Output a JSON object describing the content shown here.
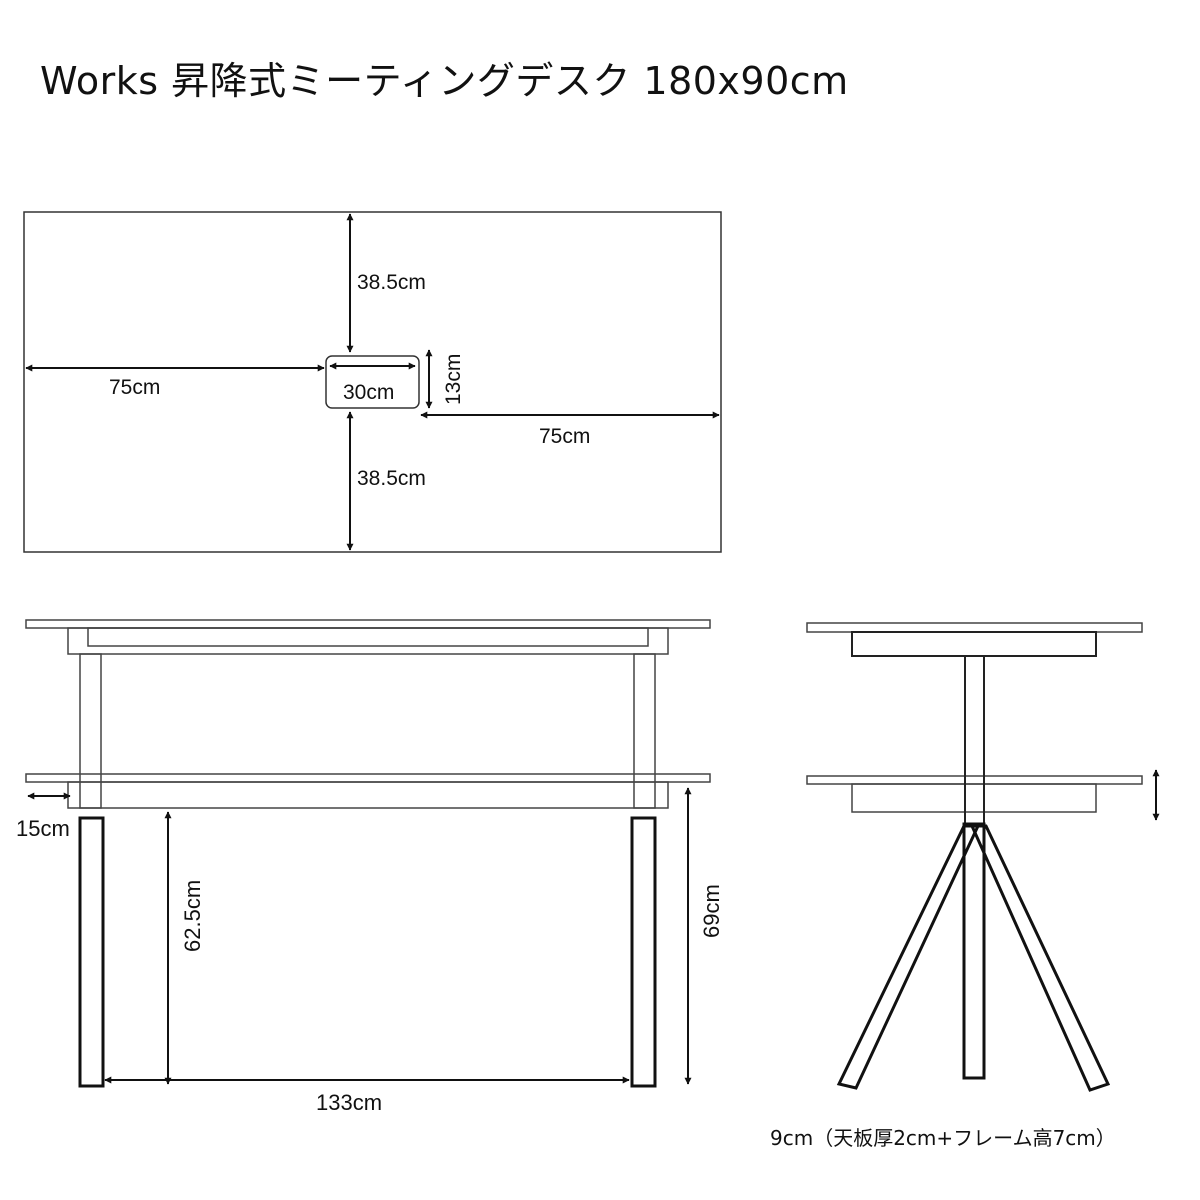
{
  "title": "Works 昇降式ミーティングデスク 180x90cm",
  "top_view": {
    "dim_top": "38.5cm",
    "dim_bottom": "38.5cm",
    "dim_left": "75cm",
    "dim_right": "75cm",
    "cutout_width": "30cm",
    "cutout_depth": "13cm"
  },
  "front_view": {
    "overhang": "15cm",
    "min_height": "62.5cm",
    "max_height": "69cm",
    "leg_span": "133cm"
  },
  "side_view": {
    "note": "9cm（天板厚2cm+フレーム高7cm）"
  }
}
